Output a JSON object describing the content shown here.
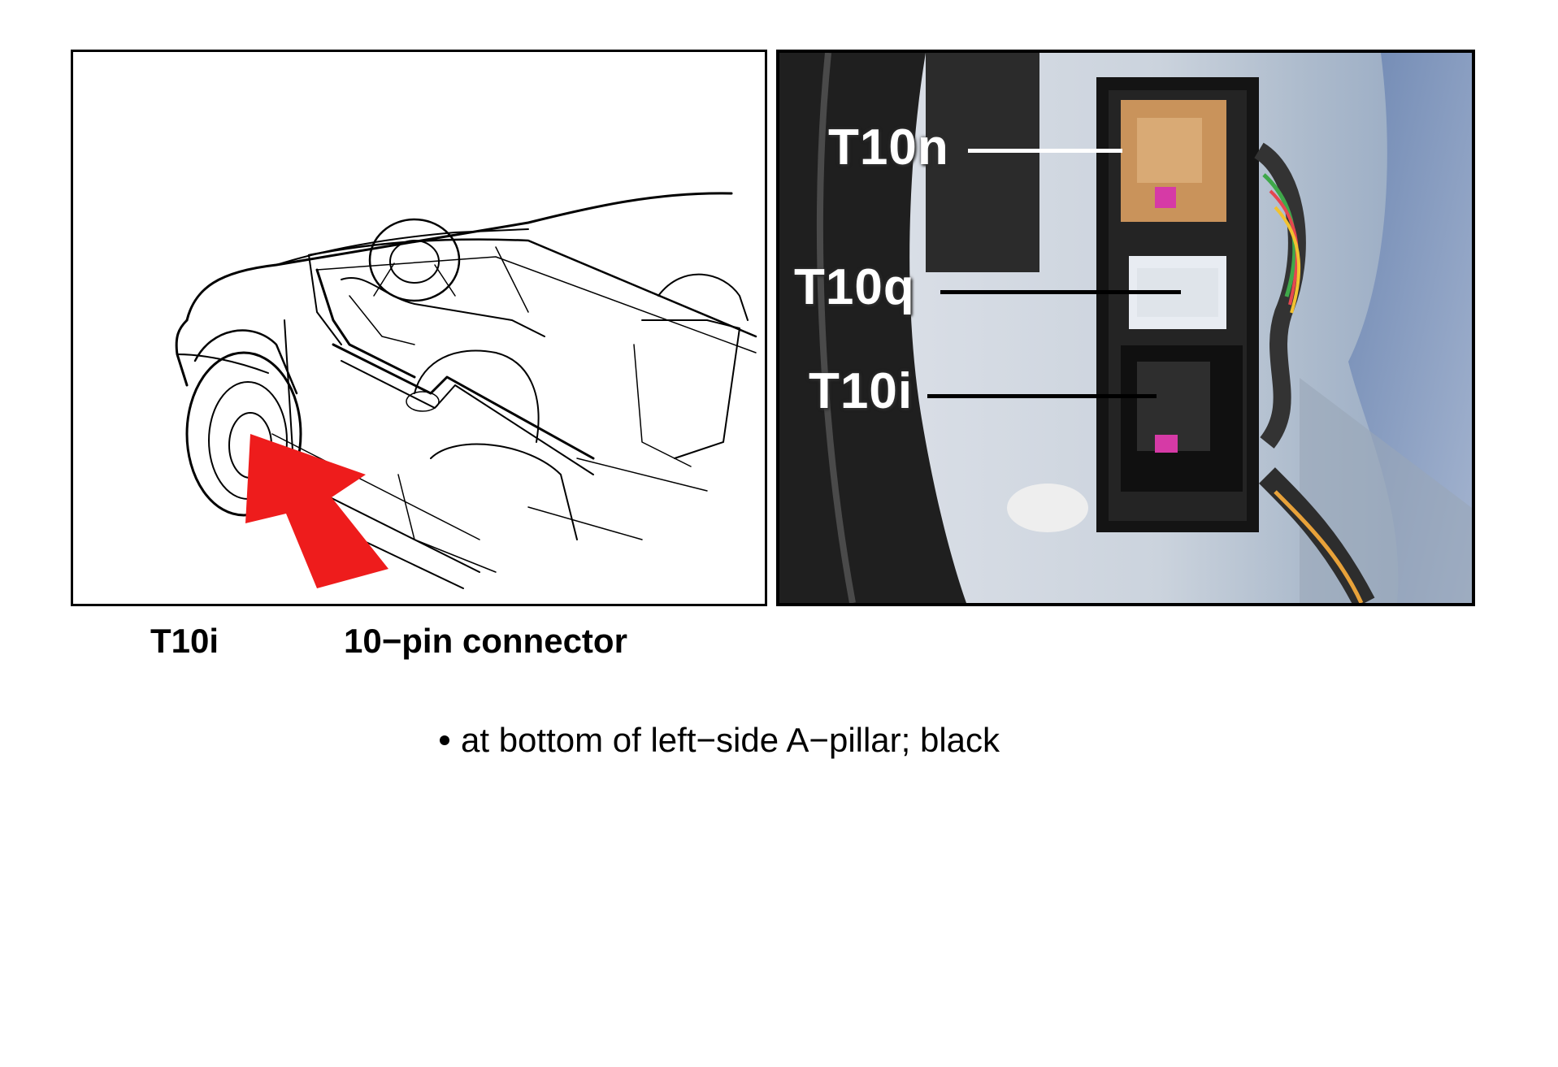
{
  "figure": {
    "left_panel": {
      "kind": "line drawing of car interior",
      "highlight_icon": "red-arrow-icon",
      "arrow_color": "#ee1c1c"
    },
    "right_panel": {
      "kind": "photo of connector station",
      "labels": {
        "t10n": "T10n",
        "t10q": "T10q",
        "t10i": "T10i"
      }
    }
  },
  "caption": {
    "connector_id": "T10i",
    "description": "10−pin connector"
  },
  "location_note": "at bottom of left−side A−pillar; black"
}
